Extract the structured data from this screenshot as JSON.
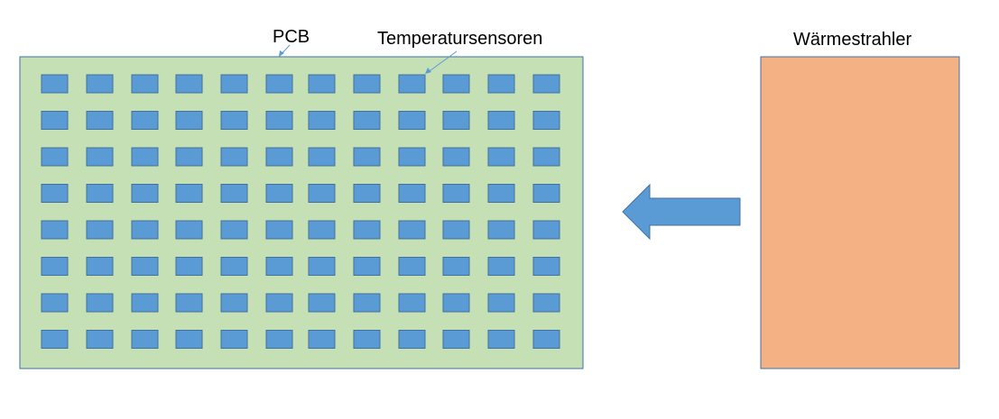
{
  "labels": {
    "pcb": "PCB",
    "sensors": "Temperatursensoren",
    "heater": "Wärmestrahler"
  },
  "sensor_grid": {
    "rows": 8,
    "columns": 12
  },
  "colors": {
    "pcb_fill": "#c5e0b4",
    "pcb_stroke": "#41719c",
    "sensor_fill": "#5b9bd5",
    "sensor_stroke": "#41719c",
    "heater_fill": "#f4b183",
    "heater_stroke": "#41719c",
    "arrow_fill": "#5b9bd5",
    "arrow_stroke": "#41719c",
    "pointer_color": "#5b9bd5"
  }
}
